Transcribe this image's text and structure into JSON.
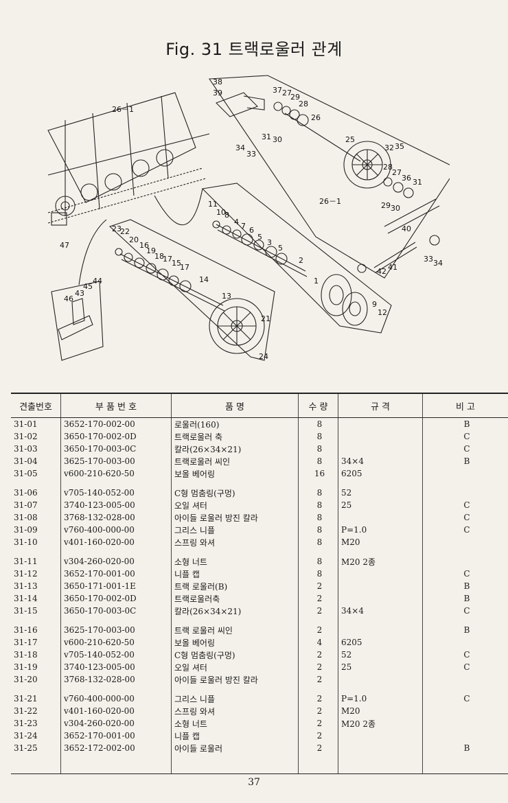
{
  "title": "Fig. 31 트랙로울러 관계",
  "figure": {
    "callouts": [
      "38",
      "39",
      "37",
      "27",
      "29",
      "28",
      "26",
      "31",
      "30",
      "34",
      "33",
      "26－1",
      "25",
      "32",
      "35",
      "28",
      "27",
      "36",
      "31",
      "29",
      "30",
      "26－1",
      "40",
      "33",
      "34",
      "41",
      "42",
      "47",
      "11",
      "10",
      "8",
      "4",
      "7",
      "6",
      "5",
      "3",
      "5",
      "2",
      "1",
      "23",
      "22",
      "20",
      "16",
      "19",
      "18",
      "17",
      "15",
      "17",
      "14",
      "13",
      "21",
      "24",
      "9",
      "12",
      "44",
      "45",
      "43",
      "46"
    ]
  },
  "table": {
    "headers": [
      "견출번호",
      "부 품 번 호",
      "품 명",
      "수 량",
      "규 격",
      "비 고"
    ],
    "rows": [
      {
        "no": "31-01",
        "part": "3652-170-002-00",
        "name": "로울러(160)",
        "qty": "8",
        "spec": "",
        "note": "B"
      },
      {
        "no": "31-02",
        "part": "3650-170-002-0D",
        "name": "트랙로울러 축",
        "qty": "8",
        "spec": "",
        "note": "C"
      },
      {
        "no": "31-03",
        "part": "3650-170-003-0C",
        "name": "칼라(26×34×21)",
        "qty": "8",
        "spec": "",
        "note": "C"
      },
      {
        "no": "31-04",
        "part": "3625-170-003-00",
        "name": "트랙로울러 씨인",
        "qty": "8",
        "spec": "34×4",
        "note": "B"
      },
      {
        "no": "31-05",
        "part": "v600-210-620-50",
        "name": "보올 베어링",
        "qty": "16",
        "spec": "6205",
        "note": ""
      },
      {
        "no": "31-06",
        "part": "v705-140-052-00",
        "name": "C형 멈춤링(구멍)",
        "qty": "8",
        "spec": "52",
        "note": ""
      },
      {
        "no": "31-07",
        "part": "3740-123-005-00",
        "name": "오일 셔터",
        "qty": "8",
        "spec": "25",
        "note": "C"
      },
      {
        "no": "31-08",
        "part": "3768-132-028-00",
        "name": "아이들 로울러 방진 칼라",
        "qty": "8",
        "spec": "",
        "note": "C"
      },
      {
        "no": "31-09",
        "part": "v760-400-000-00",
        "name": "그리스 니플",
        "qty": "8",
        "spec": "P=1.0",
        "note": "C"
      },
      {
        "no": "31-10",
        "part": "v401-160-020-00",
        "name": "스프링 와셔",
        "qty": "8",
        "spec": "M20",
        "note": ""
      },
      {
        "no": "31-11",
        "part": "v304-260-020-00",
        "name": "소형 너트",
        "qty": "8",
        "spec": "M20 2종",
        "note": ""
      },
      {
        "no": "31-12",
        "part": "3652-170-001-00",
        "name": "니플 캡",
        "qty": "8",
        "spec": "",
        "note": "C"
      },
      {
        "no": "31-13",
        "part": "3650-171-001-1E",
        "name": "트랙 로울러(B)",
        "qty": "2",
        "spec": "",
        "note": "B"
      },
      {
        "no": "31-14",
        "part": "3650-170-002-0D",
        "name": "트랙로울러축",
        "qty": "2",
        "spec": "",
        "note": "B"
      },
      {
        "no": "31-15",
        "part": "3650-170-003-0C",
        "name": "칼라(26×34×21)",
        "qty": "2",
        "spec": "34×4",
        "note": "C"
      },
      {
        "no": "31-16",
        "part": "3625-170-003-00",
        "name": "트랙 로울러 씨인",
        "qty": "2",
        "spec": "",
        "note": "B"
      },
      {
        "no": "31-17",
        "part": "v600-210-620-50",
        "name": "보올 베어링",
        "qty": "4",
        "spec": "6205",
        "note": ""
      },
      {
        "no": "31-18",
        "part": "v705-140-052-00",
        "name": "C형 멈춤링(구멍)",
        "qty": "2",
        "spec": "52",
        "note": "C"
      },
      {
        "no": "31-19",
        "part": "3740-123-005-00",
        "name": "오일 셔터",
        "qty": "2",
        "spec": "25",
        "note": "C"
      },
      {
        "no": "31-20",
        "part": "3768-132-028-00",
        "name": "아이들 로울러 방진 칼라",
        "qty": "2",
        "spec": "",
        "note": ""
      },
      {
        "no": "31-21",
        "part": "v760-400-000-00",
        "name": "그리스 니플",
        "qty": "2",
        "spec": "P=1.0",
        "note": "C"
      },
      {
        "no": "31-22",
        "part": "v401-160-020-00",
        "name": "스프링 와셔",
        "qty": "2",
        "spec": "M20",
        "note": ""
      },
      {
        "no": "31-23",
        "part": "v304-260-020-00",
        "name": "소형 너트",
        "qty": "2",
        "spec": "M20 2종",
        "note": ""
      },
      {
        "no": "31-24",
        "part": "3652-170-001-00",
        "name": "니플 캡",
        "qty": "2",
        "spec": "",
        "note": ""
      },
      {
        "no": "31-25",
        "part": "3652-172-002-00",
        "name": "아이들 로울러",
        "qty": "2",
        "spec": "",
        "note": "B"
      }
    ]
  },
  "page_number": "37"
}
